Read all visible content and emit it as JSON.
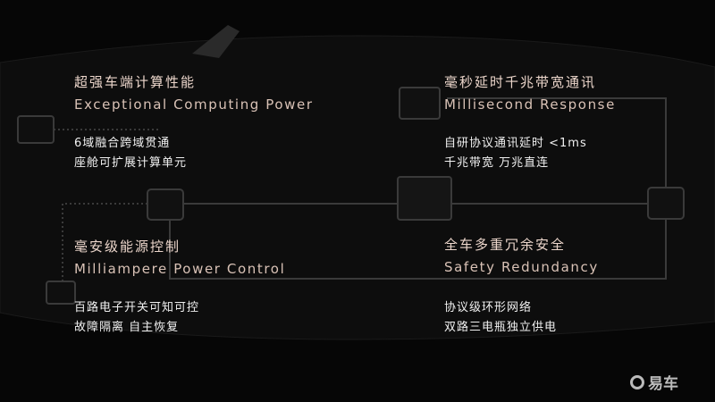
{
  "features": [
    {
      "title": "超强车端计算性能",
      "subtitle": "Exceptional Computing Power",
      "lines": [
        "6域融合跨域贯通",
        "座舱可扩展计算单元"
      ]
    },
    {
      "title": "毫秒延时千兆带宽通讯",
      "subtitle": "Millisecond Response",
      "lines": [
        "自研协议通讯延时 <1ms",
        "千兆带宽 万兆直连"
      ]
    },
    {
      "title": "毫安级能源控制",
      "subtitle": "Milliampere Power Control",
      "lines": [
        "百路电子开关可知可控",
        "故障隔离 自主恢复"
      ]
    },
    {
      "title": "全车多重冗余安全",
      "subtitle": "Safety Redundancy",
      "lines": [
        "协议级环形网络",
        "双路三电瓶独立供电"
      ]
    }
  ],
  "watermark": "易车"
}
